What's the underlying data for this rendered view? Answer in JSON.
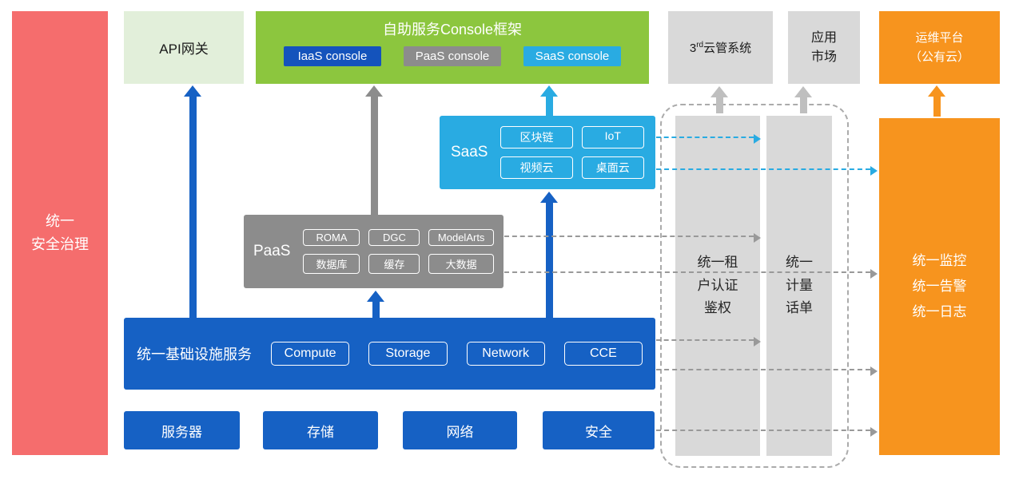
{
  "colors": {
    "blue": "#1661C4",
    "gray": "#8C8C8C",
    "cyan": "#29ABE2",
    "green": "#8CC63E",
    "orange": "#F7941E",
    "red": "#F56D6D",
    "light_green": "#E2EFDA",
    "light_gray": "#D9D9D9"
  },
  "security_bar": {
    "label": "统一\n安全治理"
  },
  "api_gateway": {
    "label": "API网关"
  },
  "console_frame": {
    "title": "自助服务Console框架",
    "buttons": [
      {
        "label": "IaaS console"
      },
      {
        "label": "PaaS console"
      },
      {
        "label": "SaaS console"
      }
    ]
  },
  "third_party_cloud": {
    "prefix": "3",
    "sup": "rd",
    "suffix": "云管系统"
  },
  "app_market": {
    "label": "应用\n市场"
  },
  "om_platform": {
    "label": "运维平台\n（公有云）"
  },
  "saas": {
    "label": "SaaS",
    "chips": [
      "区块链",
      "IoT",
      "视频云",
      "桌面云"
    ]
  },
  "paas": {
    "label": "PaaS",
    "chips": [
      "ROMA",
      "DGC",
      "ModelArts",
      "数据库",
      "缓存",
      "大数据"
    ]
  },
  "infra": {
    "label": "统一基础设施服务",
    "chips": [
      "Compute",
      "Storage",
      "Network",
      "CCE"
    ]
  },
  "resources": [
    "服务器",
    "存储",
    "网络",
    "安全"
  ],
  "auth_column": {
    "label": "统一租\n户认证\n鉴权"
  },
  "metering_column": {
    "label": "统一\n计量\n话单"
  },
  "monitor_panel": {
    "label": "统一监控\n统一告警\n统一日志"
  }
}
